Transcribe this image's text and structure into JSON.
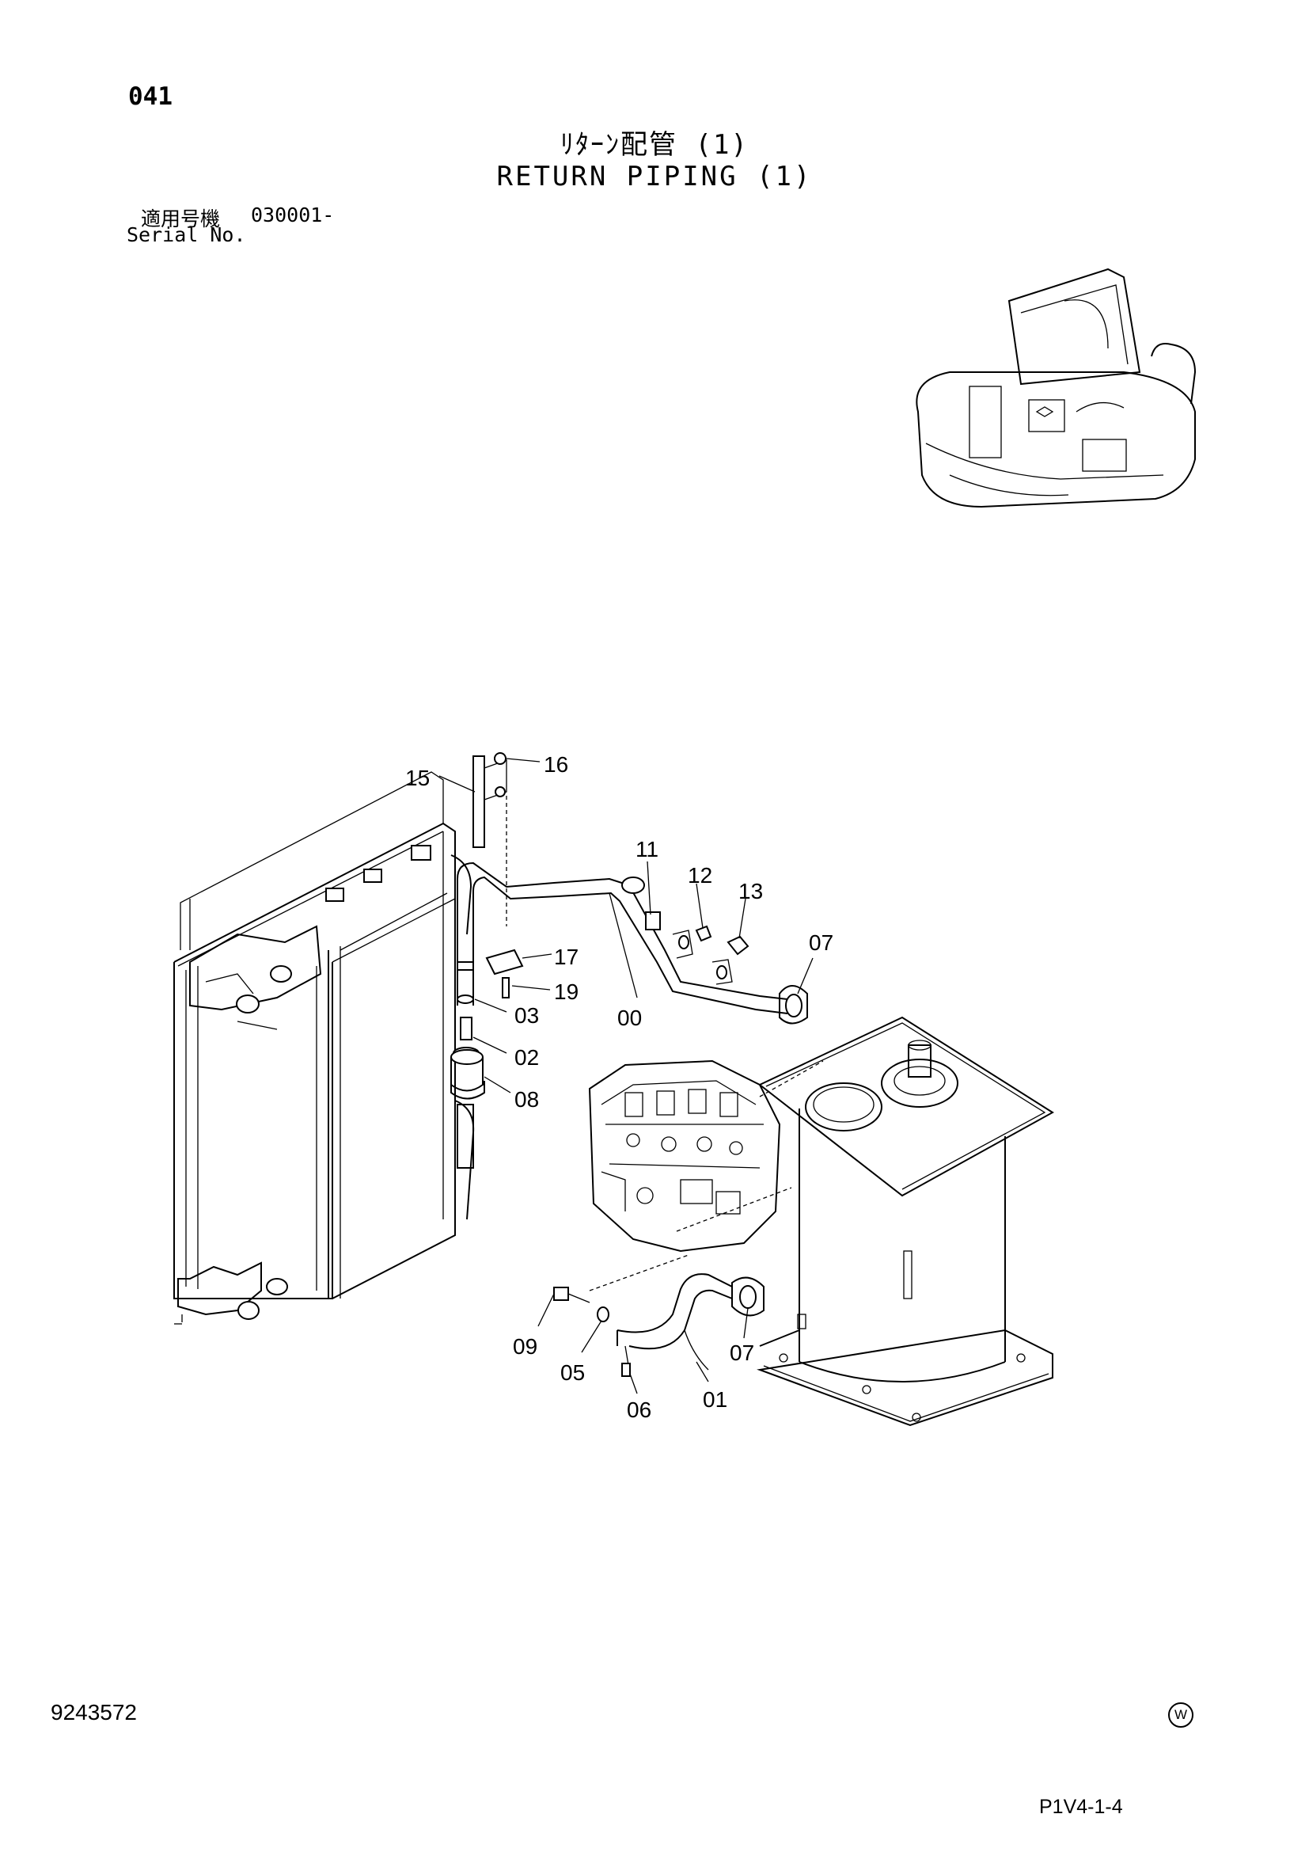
{
  "header": {
    "page_number": "041",
    "title_jp": "ﾘﾀｰﾝ配管 (1)",
    "title_en": "RETURN PIPING (1)",
    "serial_label_jp": "適用号機",
    "serial_value": "030001-",
    "serial_label_en": "Serial No."
  },
  "footer": {
    "doc_number": "9243572",
    "mark": "W",
    "page_code": "P1V4-1-4"
  },
  "callouts": [
    {
      "id": "c15",
      "label": "15"
    },
    {
      "id": "c16",
      "label": "16"
    },
    {
      "id": "c11",
      "label": "11"
    },
    {
      "id": "c12",
      "label": "12"
    },
    {
      "id": "c13",
      "label": "13"
    },
    {
      "id": "c07a",
      "label": "07"
    },
    {
      "id": "c17",
      "label": "17"
    },
    {
      "id": "c19",
      "label": "19"
    },
    {
      "id": "c03",
      "label": "03"
    },
    {
      "id": "c00",
      "label": "00"
    },
    {
      "id": "c02",
      "label": "02"
    },
    {
      "id": "c08",
      "label": "08"
    },
    {
      "id": "c09",
      "label": "09"
    },
    {
      "id": "c05",
      "label": "05"
    },
    {
      "id": "c07b",
      "label": "07"
    },
    {
      "id": "c06",
      "label": "06"
    },
    {
      "id": "c01",
      "label": "01"
    }
  ]
}
